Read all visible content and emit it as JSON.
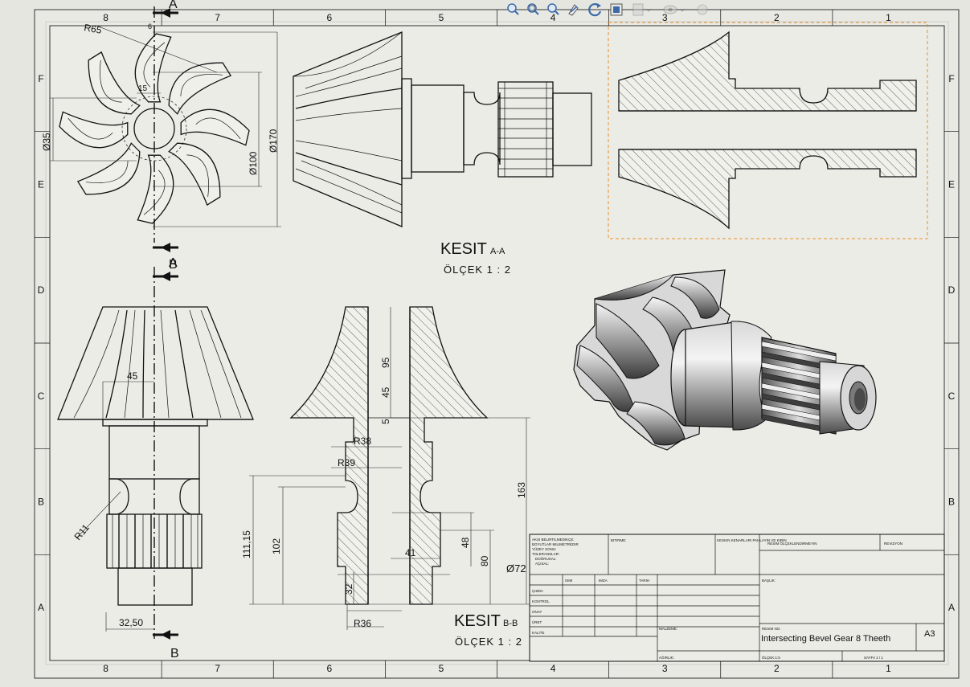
{
  "sheet": {
    "columns": [
      "8",
      "7",
      "6",
      "5",
      "4",
      "3",
      "2",
      "1"
    ],
    "rows": [
      "F",
      "E",
      "D",
      "C",
      "B",
      "A"
    ]
  },
  "toolbar": {
    "icons": [
      "zoom-to-fit-icon",
      "zoom-area-icon",
      "zoom-in-out-icon",
      "pan-icon",
      "rotate-icon",
      "section-view-icon",
      "display-style-icon",
      "hide-show-icon",
      "appearance-icon"
    ]
  },
  "section_labels": {
    "aa_cut_top": "A",
    "aa_cut_bottom": "A",
    "bb_cut_top": "B",
    "bb_cut_bottom": "B"
  },
  "views": {
    "section_aa": {
      "title": "KESIT",
      "suffix": "A-A",
      "scale": "ÖLÇEK 1 : 2"
    },
    "section_bb": {
      "title": "KESIT",
      "suffix": "B-B",
      "scale": "ÖLÇEK 1 : 2"
    }
  },
  "dimensions": {
    "r65": "R65",
    "d6": "6",
    "d15": "15",
    "dia35": "Ø35",
    "dia100": "Ø100",
    "dia170": "Ø170",
    "d45a": "45",
    "r11": "R11",
    "d32_50": "32,50",
    "d95": "95",
    "d45b": "45",
    "d5": "5",
    "r38": "R38",
    "r39": "R39",
    "d163": "163",
    "d111_15": "111,15",
    "d102": "102",
    "d48": "48",
    "d80": "80",
    "d41": "41",
    "dia72": "Ø72",
    "d32": "32",
    "r36": "R36"
  },
  "title_block": {
    "notes": [
      "AKSI BELIRTILMEDIKÇE:",
      "BOYUTLAR MILIMETREDIR",
      "YÜZEY SONU:",
      "TOLERANSLAR:",
      "DOĞRUSAL:",
      "AÇISAL:"
    ],
    "finish_label": "BITIRME:",
    "deburr_label": "KESKIN KENARLARI PAHLAYIN VE KIRIN",
    "no_scale_label": "RESIM ÖLÇEKLENDIRMEYIN",
    "revision_label": "REVIZYON",
    "head_name": "ISIM",
    "head_sign": "IMZA",
    "head_date": "TARIH",
    "roles": [
      "ÇIZEN",
      "KONTROL",
      "ONAY",
      "ÜRET",
      "KALITE"
    ],
    "title_label": "BAŞLIK:",
    "material_label": "MALZEME:",
    "drawing_no_label": "RESIM NO.",
    "drawing_no": "Intersecting  Bevel Gear 8 Theeth",
    "size": "A3",
    "weight_label": "AĞIRLIK:",
    "scale_label": "ÖLÇEK:1:5",
    "sheet_label": "SAYFA 1 / 1"
  }
}
